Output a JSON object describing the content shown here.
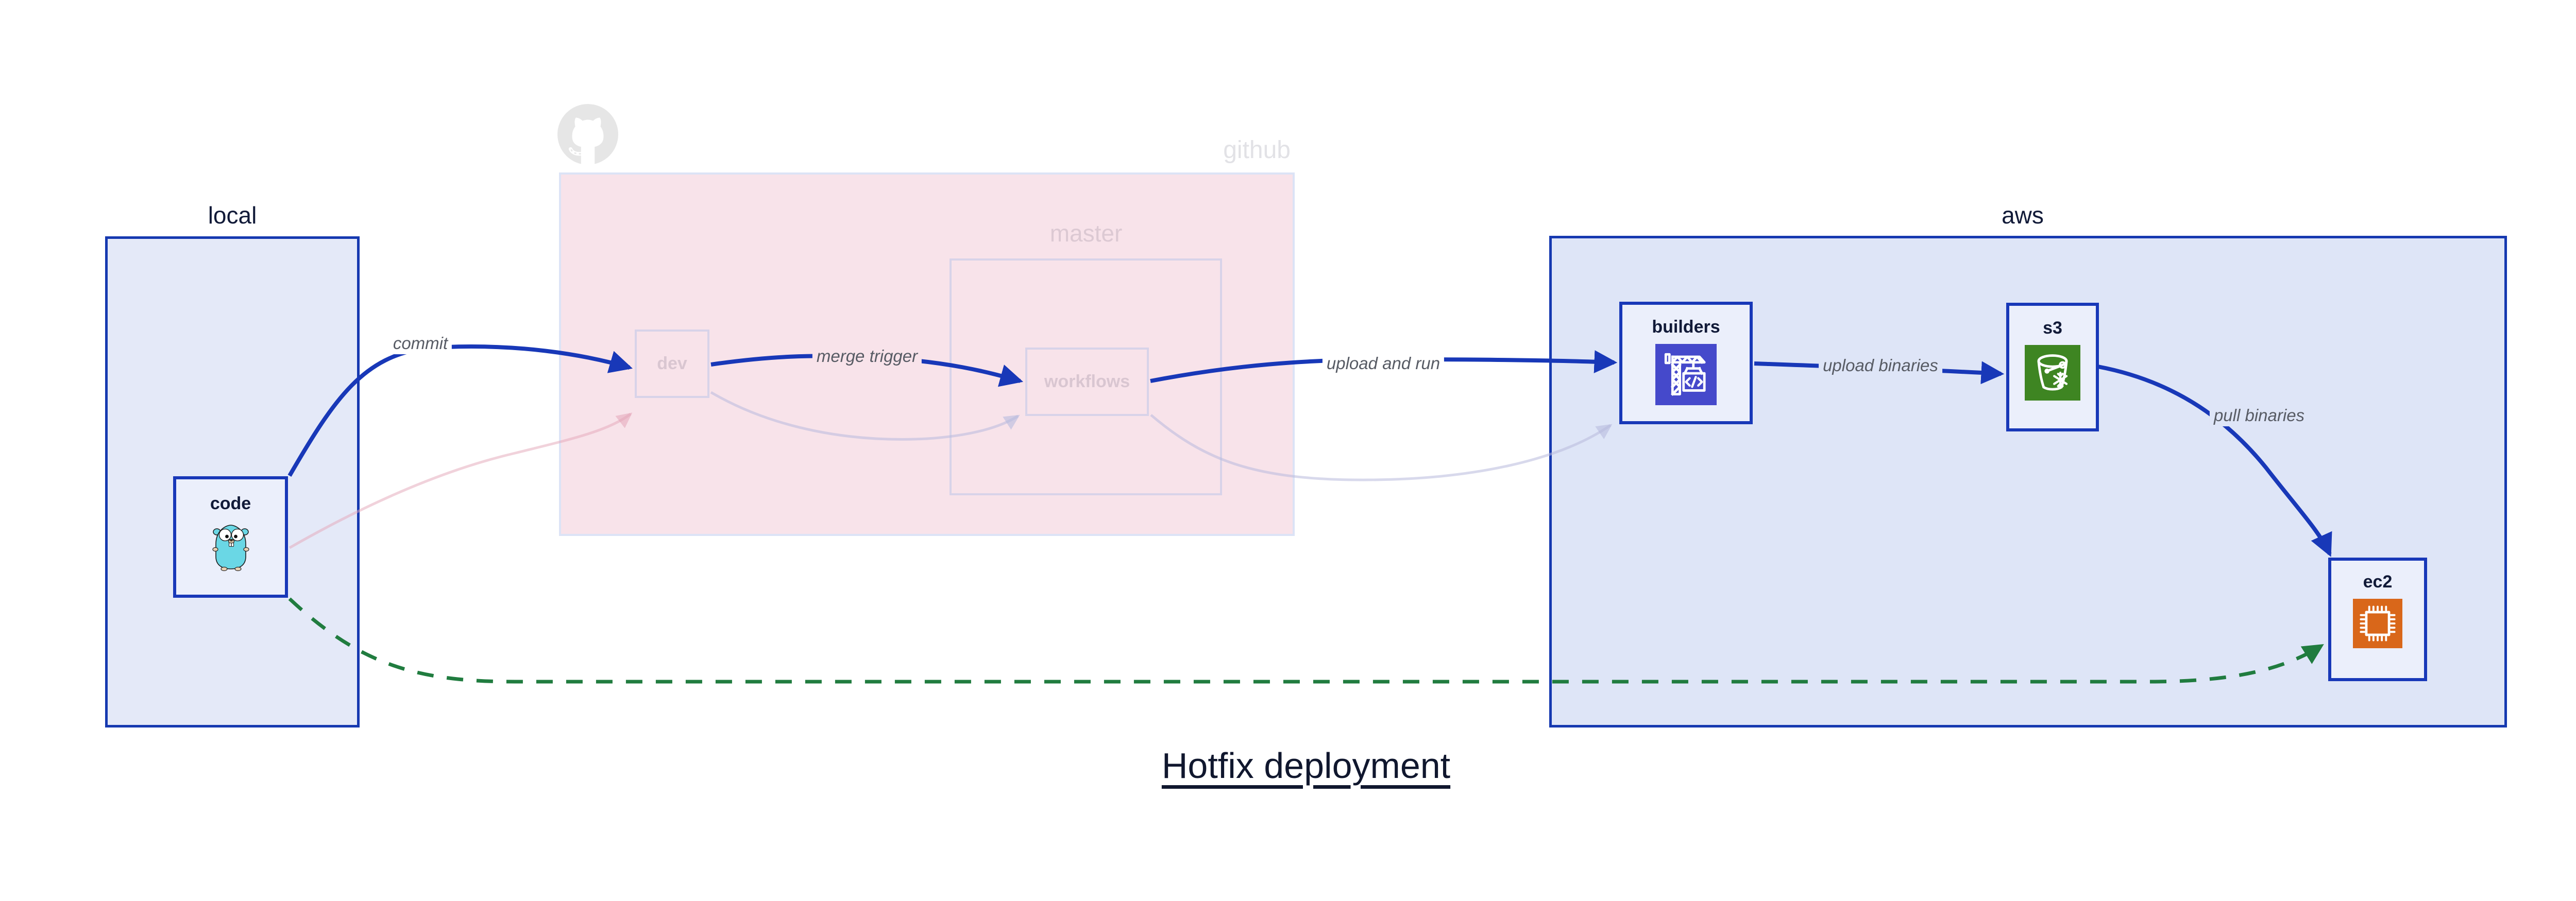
{
  "title": {
    "text": "Hotfix deployment"
  },
  "regions": {
    "local": {
      "label": "local"
    },
    "github": {
      "label": "github"
    },
    "master": {
      "label": "master"
    },
    "aws": {
      "label": "aws"
    }
  },
  "nodes": {
    "code": {
      "label": "code",
      "icon": "go-gopher-icon"
    },
    "dev": {
      "label": "dev"
    },
    "workflows": {
      "label": "workflows"
    },
    "builders": {
      "label": "builders",
      "icon": "aws-codebuild-crane-icon"
    },
    "s3": {
      "label": "s3",
      "icon": "aws-s3-glacier-bucket-icon"
    },
    "ec2": {
      "label": "ec2",
      "icon": "aws-ec2-chip-icon"
    }
  },
  "edges": [
    {
      "id": "commit",
      "label": "commit",
      "from": "code",
      "to": "dev",
      "style": "solid-blue"
    },
    {
      "id": "merge-trigger",
      "label": "merge trigger",
      "from": "dev",
      "to": "workflows",
      "style": "solid-blue"
    },
    {
      "id": "upload-and-run",
      "label": "upload and run",
      "from": "workflows",
      "to": "builders",
      "style": "solid-blue"
    },
    {
      "id": "upload-binaries",
      "label": "upload binaries",
      "from": "builders",
      "to": "s3",
      "style": "solid-blue"
    },
    {
      "id": "pull-binaries",
      "label": "pull binaries",
      "from": "s3",
      "to": "ec2",
      "style": "solid-blue"
    },
    {
      "id": "hotfix-direct",
      "label": "",
      "from": "code",
      "to": "ec2",
      "style": "dashed-green"
    },
    {
      "id": "faded-code-dev",
      "label": "",
      "from": "code",
      "to": "dev",
      "style": "faded-pink"
    },
    {
      "id": "faded-dev-workflows",
      "label": "",
      "from": "dev",
      "to": "workflows",
      "style": "faded-lavender"
    },
    {
      "id": "faded-workflows-builders",
      "label": "",
      "from": "workflows",
      "to": "builders",
      "style": "faded-lavender"
    }
  ],
  "decorations": {
    "github_logo": "github-octocat-icon"
  },
  "colors": {
    "arrow_blue": "#1838b8",
    "arrow_green": "#207c3f",
    "region_border_blue": "#1639b0",
    "local_aws_fill": "#e1e7f8",
    "node_fill": "#ebeffb",
    "github_fill": "#f8e3ea",
    "github_border": "#dce3f6",
    "faded_box_border": "#d8d3e9",
    "faded_text": "#dcc9d3",
    "github_logo_gray": "#e6e6e6",
    "edge_label_gray": "#575b64",
    "title_navy": "#10172e",
    "codebuild_indigo": "#4549cb",
    "s3_green": "#3e8522",
    "ec2_orange": "#d9671a",
    "gopher_teal": "#6ad7e5"
  }
}
